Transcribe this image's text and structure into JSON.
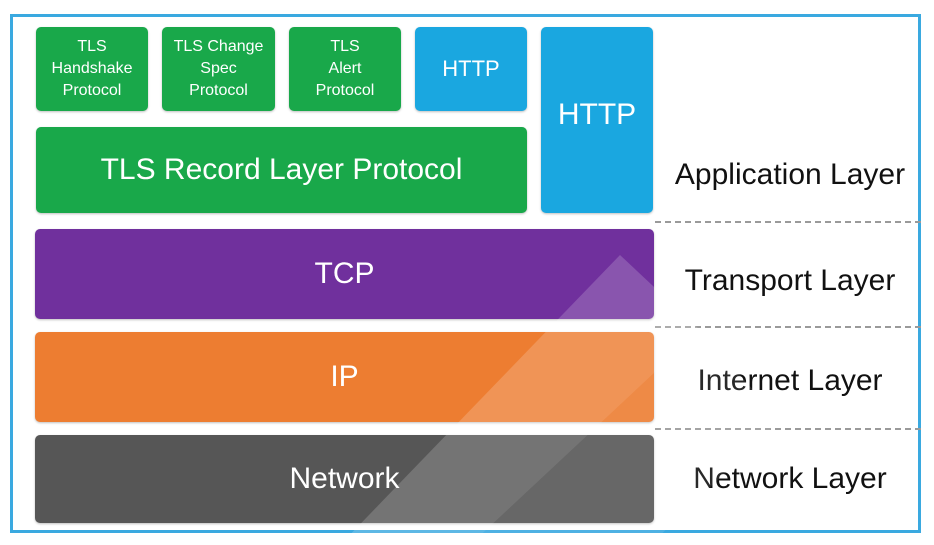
{
  "boxes": {
    "tls_handshake": "TLS\nHandshake\nProtocol",
    "tls_change_spec": "TLS Change\nSpec\nProtocol",
    "tls_alert": "TLS\nAlert\nProtocol",
    "http_small": "HTTP",
    "http_tall": "HTTP",
    "tls_record": "TLS Record Layer Protocol",
    "tcp": "TCP",
    "ip": "IP",
    "network": "Network"
  },
  "layers": {
    "application": "Application Layer",
    "transport": "Transport Layer",
    "internet": "Internet Layer",
    "network": "Network Layer"
  },
  "colors": {
    "tls": "#19a84a",
    "http": "#1aa7e0",
    "tcp": "#70309d",
    "ip": "#ed7d31",
    "network": "#565656",
    "frame": "#3aa9e0"
  }
}
